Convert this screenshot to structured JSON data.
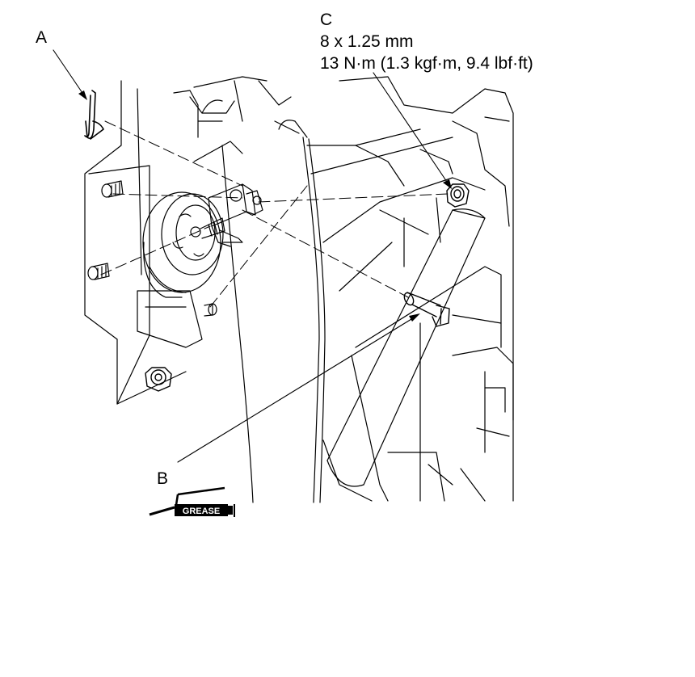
{
  "callouts": {
    "a": "A",
    "b": "B",
    "c": "C"
  },
  "fastener_spec": {
    "size": "8 x 1.25 mm",
    "torque": "13 N·m (1.3 kgf·m, 9.4 lbf·ft)"
  },
  "grease_symbol": {
    "label": "GREASE"
  }
}
